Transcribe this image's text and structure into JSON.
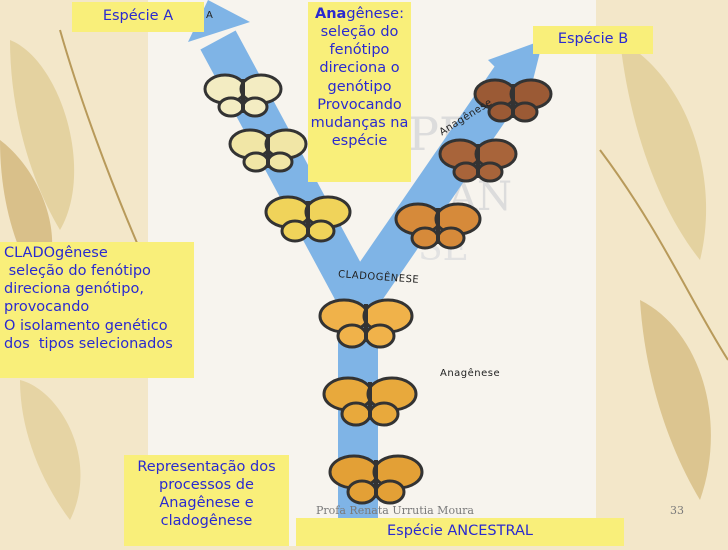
{
  "labels": {
    "especie_a": "Espécie A",
    "especie_b": "Espécie B",
    "anagenese_prefix": "Ana",
    "anagenese_rest": "gênese: seleção do fenótipo direciona o genótipo Provocando mudanças na espécie",
    "cladogenese": [
      "CLADOgênese",
      " seleção do fenótipo",
      "direciona genótipo,",
      "provocando",
      "O isolamento genético",
      "dos  tipos selecionados"
    ],
    "representacao": "Representação dos processos de Anagênese e cladogênese",
    "especie_ancestral": "Espécie ANCESTRAL"
  },
  "diagram_labels": {
    "anagenese_top": "Anagênese",
    "cladogenese": "CLADOGÊNESE",
    "anagenese_bottom": "Anagênese",
    "arrow_tag": "A"
  },
  "footer": {
    "author": "Profa Renata Urrutia Moura",
    "page": "33"
  },
  "colors": {
    "box_fill": "#f9ef7a",
    "box_text": "#2a2ad0",
    "arrow": "#7fb4e6",
    "species_a_wing": "#f3ecc2",
    "species_b_wing": "#9b5a35",
    "ancestral_wing": "#e8a93c"
  }
}
